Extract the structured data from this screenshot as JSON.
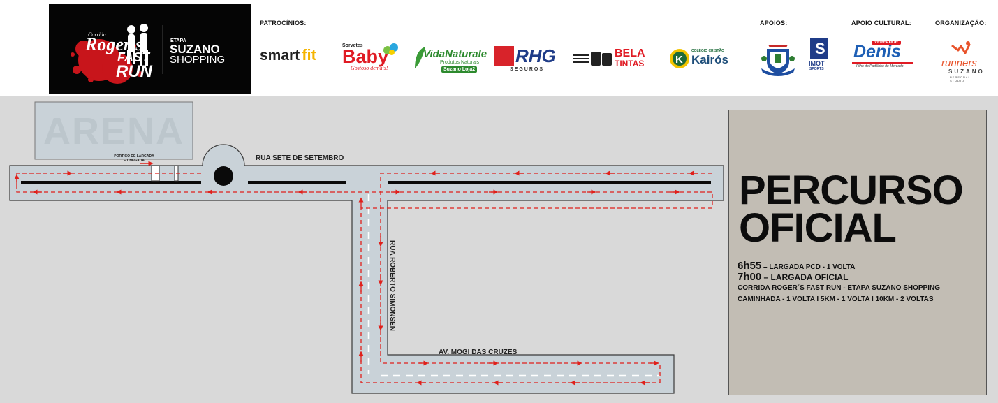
{
  "header": {
    "event_logo": {
      "prefix": "Corrida",
      "name": "Roger's",
      "fast": "FAST",
      "run": "RUN"
    },
    "stage": {
      "label": "ETAPA",
      "name": "SUZANO",
      "sub": "SHOPPING"
    },
    "sponsors_label": "PATROCÍNIOS:",
    "sponsors": [
      {
        "name": "smart",
        "accent": "fit"
      },
      {
        "top": "Sorvetes",
        "name": "Baby",
        "tag": "Gostoso demais!"
      },
      {
        "name": "VidaNaturale",
        "sub": "Produtos Naturais",
        "badge": "Suzano Loja2"
      },
      {
        "name": "RHG",
        "sub": "SEGUROS"
      },
      {
        "name": "BELA",
        "sub": "TINTAS"
      },
      {
        "top": "COLÉGIO CRISTÃO",
        "name": "Kairós"
      }
    ],
    "supports_label": "APOIOS:",
    "supports": [
      {
        "name": "IMOT",
        "sub": "SPORTS"
      }
    ],
    "cultural_label": "APOIO CULTURAL:",
    "cultural": {
      "top": "VEREADOR",
      "name": "Denis",
      "sub": "Filho do Padilinho do Mercado"
    },
    "org_label": "ORGANIZAÇÃO:",
    "org": {
      "name": "runners",
      "sub": "SUZANO",
      "tag": "PERSONAL STUDIO"
    }
  },
  "map": {
    "arena_label": "ARENA",
    "portico_label_1": "PÓRTICO DE LARGADA",
    "portico_label_2": "E CHEGADA",
    "streets": {
      "top": "RUA SETE DE SETEMBRO",
      "vertical": "RUA ROBERTO SIMONSEN",
      "bottom": "AV. MOGI DAS CRUZES"
    },
    "colors": {
      "road": "#c9d2d8",
      "route": "#e0201b",
      "divider": "#0a0a0a",
      "background": "#d9d9d9"
    }
  },
  "info": {
    "title_1": "PERCURSO",
    "title_2": "OFICIAL",
    "schedule": [
      {
        "time": "6h55",
        "desc": " – LARGADA PCD - 1 VOLTA"
      },
      {
        "time": "7h00",
        "desc": " – LARGADA OFICIAL"
      }
    ],
    "line_3": "CORRIDA ROGER´S FAST RUN - ETAPA SUZANO SHOPPING",
    "line_4": "CAMINHADA - 1 VOLTA  I 5KM - 1 VOLTA I 10KM - 2 VOLTAS"
  }
}
